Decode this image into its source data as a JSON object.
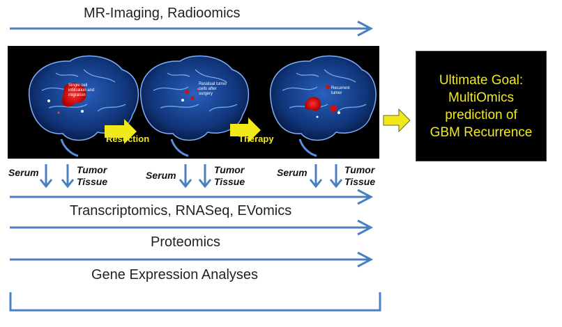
{
  "diagram": {
    "top_label": "MR-Imaging, Radioomics",
    "panel": {
      "brains": [
        {
          "note": "Single cell infiltration and migration"
        },
        {
          "note": "Residual tumor cells after surgery"
        },
        {
          "note": "Recurrent tumor"
        }
      ],
      "steps": [
        "Resection",
        "Therapy"
      ]
    },
    "goal": "Ultimate Goal: MultiOmics prediction of GBM Recurrence",
    "samples": [
      {
        "serum": "Serum",
        "tissue": "Tumor Tissue"
      },
      {
        "serum": "Serum",
        "tissue": "Tumor Tissue"
      },
      {
        "serum": "Serum",
        "tissue": "Tumor Tissue"
      }
    ],
    "omics": [
      "Transcriptomics, RNASeq, EVomics",
      "Proteomics",
      "Gene Expression Analyses"
    ]
  },
  "colors": {
    "arrow_blue": "#4a7fc1",
    "step_yellow": "#f2ea18",
    "brain_blue": "#3a76d8",
    "tumor_red": "#e01818",
    "panel_bg": "#000000"
  }
}
